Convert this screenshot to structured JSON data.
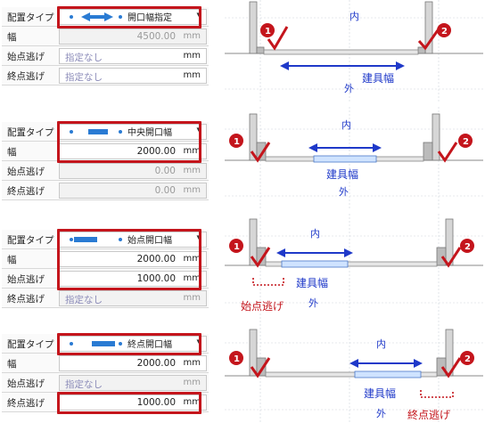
{
  "labels": {
    "placement_type": "配置タイプ",
    "width": "幅",
    "start_clearance": "始点逃げ",
    "end_clearance": "終点逃げ",
    "unit": "mm",
    "inner": "内",
    "outer": "外",
    "fitting_width": "建具幅",
    "start_clearance_callout": "始点逃げ",
    "end_clearance_callout": "終点逃げ",
    "marker_1": "1",
    "marker_2": "2"
  },
  "colors": {
    "highlight": "#c4151c",
    "arrow_blue": "#1f39c9",
    "marker_red": "#c4151c",
    "text_blue": "#1f39c9"
  },
  "panels": [
    {
      "placement_type": "開口幅指定",
      "width": "4500.00",
      "start_clearance": "指定なし",
      "end_clearance": "指定なし"
    },
    {
      "placement_type": "中央開口幅",
      "width": "2000.00",
      "start_clearance": "0.00",
      "end_clearance": "0.00"
    },
    {
      "placement_type": "始点開口幅",
      "width": "2000.00",
      "start_clearance": "1000.00",
      "end_clearance": "指定なし"
    },
    {
      "placement_type": "終点開口幅",
      "width": "2000.00",
      "start_clearance": "指定なし",
      "end_clearance": "1000.00"
    }
  ]
}
